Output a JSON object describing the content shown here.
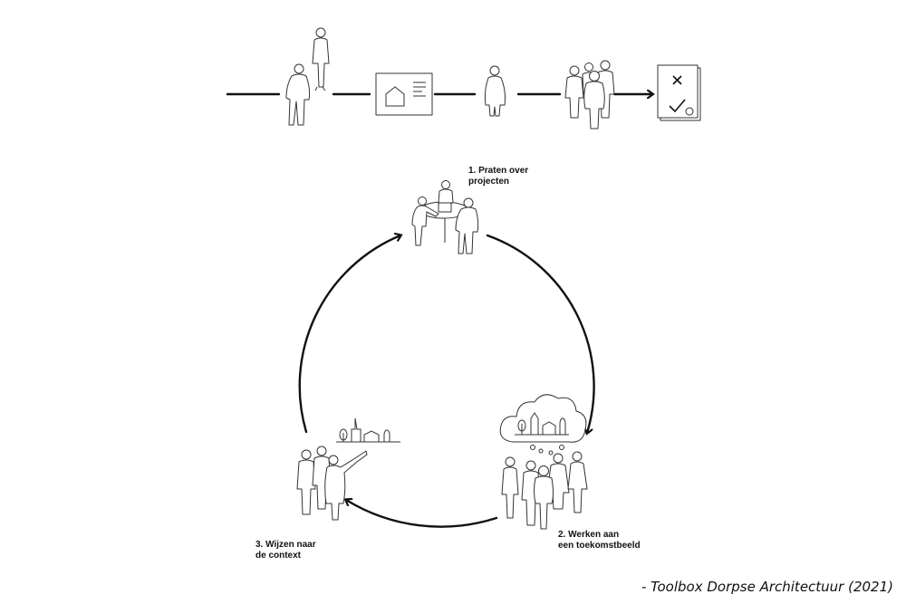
{
  "timeline": {
    "steps": [
      "figures-pair",
      "plan-board",
      "figure-single",
      "figure-group",
      "decision-document"
    ],
    "document_marks": [
      "cross-icon",
      "check-icon"
    ]
  },
  "cycle": {
    "steps": [
      {
        "number": "1.",
        "line1": "1. Praten over",
        "line2": "projecten"
      },
      {
        "number": "2.",
        "line1": "2. Werken aan",
        "line2": "een toekomstbeeld"
      },
      {
        "number": "3.",
        "line1": "3. Wijzen naar",
        "line2": "de context"
      }
    ]
  },
  "credit": "- Toolbox Dorpse Architectuur (2021)",
  "colors": {
    "ink": "#111111",
    "figure_stroke": "#333333",
    "background": "#ffffff"
  }
}
